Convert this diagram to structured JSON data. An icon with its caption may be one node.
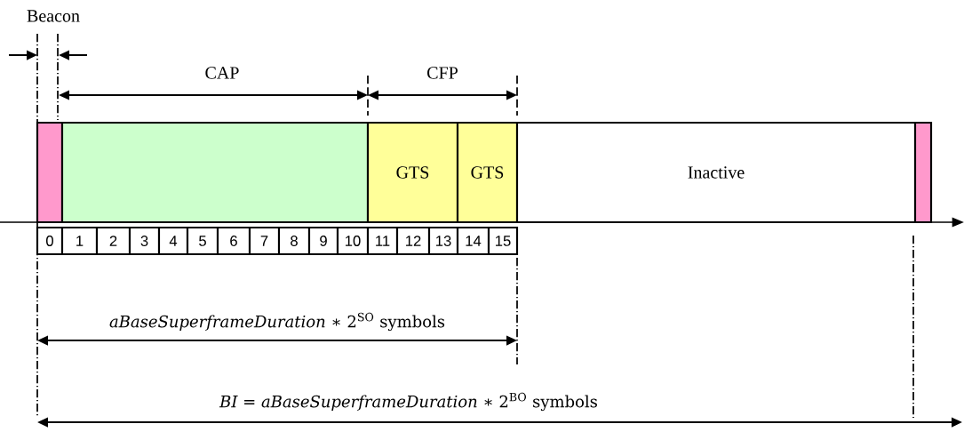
{
  "diagram": {
    "nodes": [
      {
        "text": [],
        "shape": "box"
      },
      {
        "text": [],
        "shape": "box"
      },
      {
        "text": [
          "GTS"
        ]
      },
      {
        "text": [
          "GTS"
        ]
      },
      {
        "text": [
          "Inactive"
        ]
      },
      {
        "text": [],
        "shape": "box"
      },
      {
        "text": [
          "0"
        ]
      },
      {
        "text": [
          "1"
        ]
      },
      {
        "text": [
          "2"
        ]
      },
      {
        "text": [
          "3"
        ]
      },
      {
        "text": [
          "4"
        ]
      },
      {
        "text": [
          "5"
        ]
      },
      {
        "text": [
          "6"
        ]
      },
      {
        "text": [
          "7"
        ]
      },
      {
        "text": [
          "8"
        ]
      },
      {
        "text": [
          "9"
        ]
      },
      {
        "text": [
          "10"
        ]
      },
      {
        "text": [
          "11"
        ]
      },
      {
        "text": [
          "12"
        ]
      },
      {
        "text": [
          "13"
        ]
      },
      {
        "text": [
          "14"
        ]
      },
      {
        "text": [
          "15"
        ]
      }
    ],
    "labels": [
      "Beacon",
      "CAP",
      "CFP",
      "*aBaseSuperframeDuration* ∗ 2$^{SO}$ symbols",
      "*BI = aBaseSuperframeDuration* ∗ 2$^{BO}$ symbols"
    ]
  }
}
